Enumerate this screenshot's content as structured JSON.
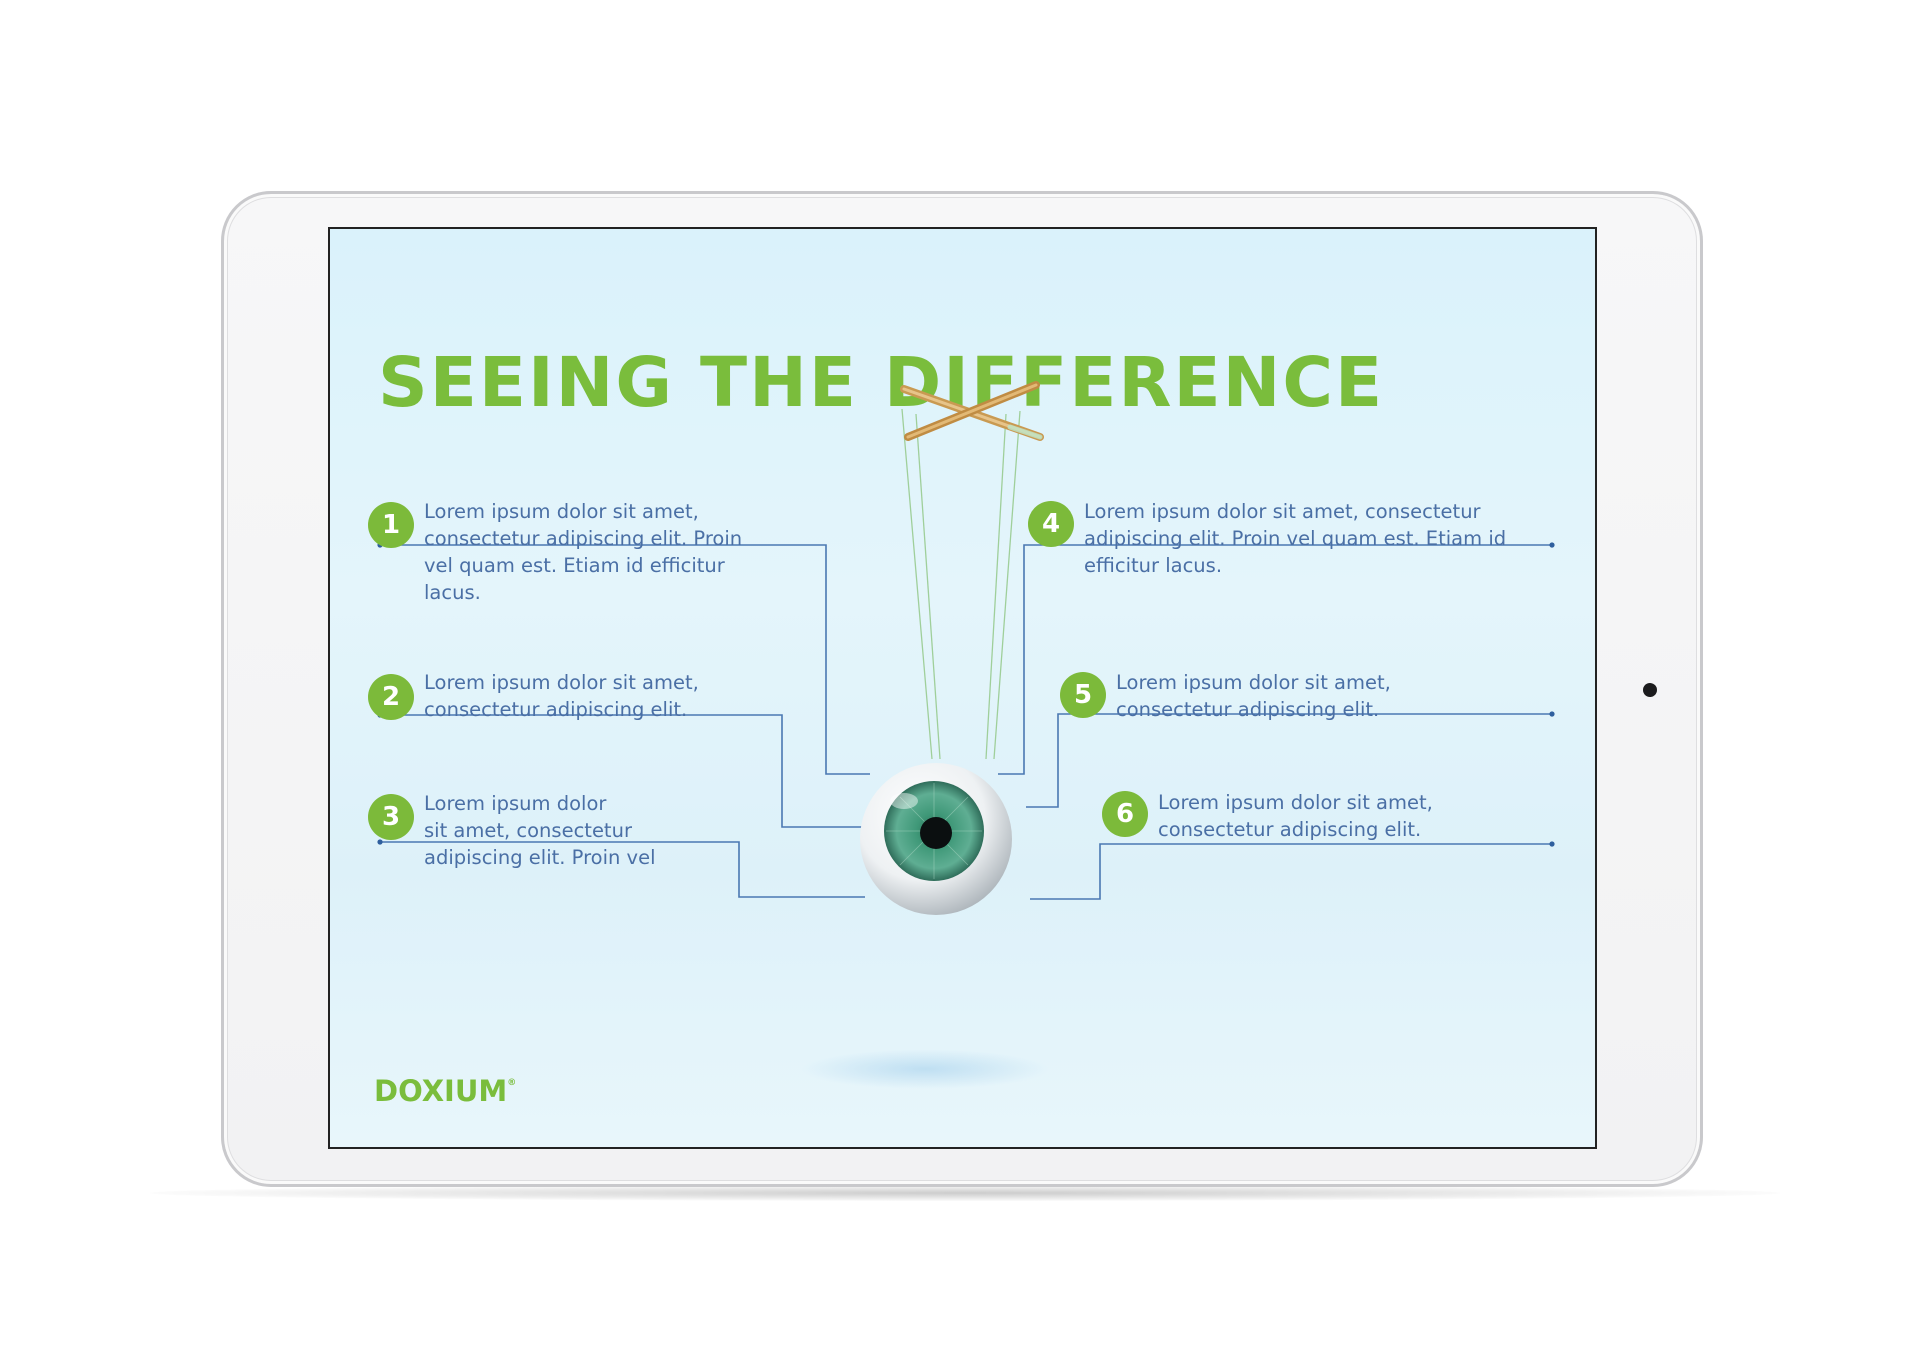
{
  "slide": {
    "title": "SEEING THE DIFFERENCE",
    "logo": "DOXIUM",
    "logo_mark": "®"
  },
  "items": [
    {
      "number": "1",
      "lines": [
        "Lorem ipsum dolor sit amet,",
        "consectetur adipiscing elit. Proin",
        "vel quam est. Etiam id efficitur",
        "lacus."
      ]
    },
    {
      "number": "2",
      "lines": [
        "Lorem ipsum dolor sit amet,",
        "consectetur adipiscing elit."
      ]
    },
    {
      "number": "3",
      "lines": [
        "Lorem ipsum dolor",
        "sit amet, consectetur",
        "adipiscing elit. Proin vel"
      ]
    },
    {
      "number": "4",
      "lines": [
        "Lorem ipsum dolor sit amet, consectetur",
        "adipiscing elit. Proin vel quam est. Etiam id",
        "efficitur lacus."
      ]
    },
    {
      "number": "5",
      "lines": [
        "Lorem ipsum dolor sit amet,",
        "consectetur adipiscing elit."
      ]
    },
    {
      "number": "6",
      "lines": [
        "Lorem ipsum dolor sit amet,",
        "consectetur adipiscing elit."
      ]
    }
  ],
  "colors": {
    "accent_green": "#7abd3c",
    "text_blue": "#4a6fa5",
    "line_blue": "#4a6fa5",
    "screen_bg": "#dff3fa"
  },
  "icons": {
    "eye": "eyeball-icon",
    "puppet_controller": "marionette-cross-icon",
    "camera": "camera-dot"
  }
}
